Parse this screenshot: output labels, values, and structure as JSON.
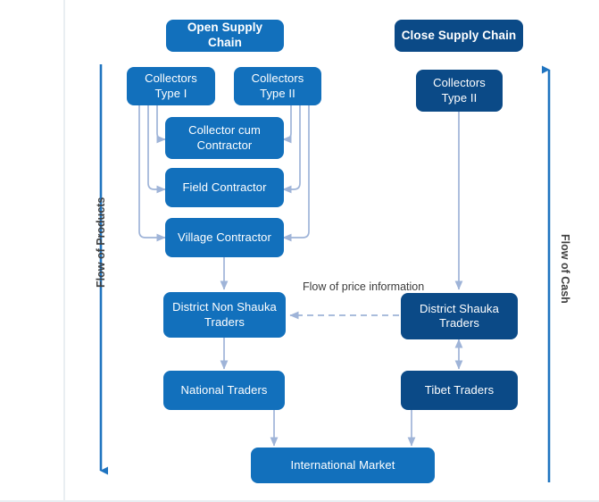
{
  "diagram": {
    "title_open": "Open Supply Chain",
    "title_close": "Close Supply Chain",
    "side_labels": {
      "left": "Flow of Products",
      "right": "Flow of Cash"
    },
    "annotations": {
      "price_info_line1": "Flow of price",
      "price_info_line2": "information"
    },
    "nodes": {
      "collectors_type_1_line1": "Collectors",
      "collectors_type_1_line2": "Type I",
      "collectors_type_2_line1": "Collectors",
      "collectors_type_2_line2": "Type II",
      "collectors_type_2_close_line1": "Collectors",
      "collectors_type_2_close_line2": "Type II",
      "collector_cum_contractor_line1": "Collector cum",
      "collector_cum_contractor_line2": "Contractor",
      "field_contractor": "Field Contractor",
      "village_contractor": "Village Contractor",
      "district_non_shauka_line1": "District Non Shauka",
      "district_non_shauka_line2": "Traders",
      "district_shauka_line1": "District Shauka",
      "district_shauka_line2": "Traders",
      "national_traders": "National Traders",
      "tibet_traders": "Tibet Traders",
      "international_market": "International Market"
    },
    "colors": {
      "light_blue": "#1270bc",
      "dark_navy": "#0b4a87",
      "connector": "#9fb4d8",
      "side_arrow": "#1f74c0",
      "text": "#ffffff",
      "label_text": "#3c3c3c"
    }
  }
}
